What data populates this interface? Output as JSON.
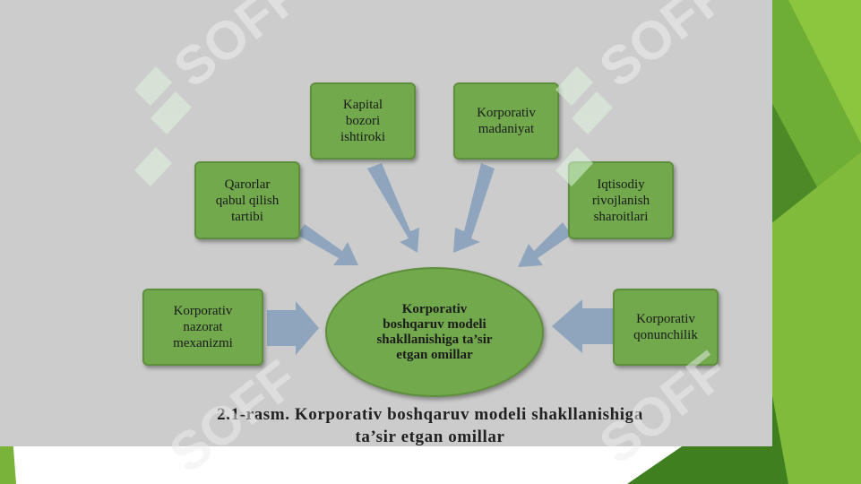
{
  "diagram": {
    "center": "Korporativ\nboshqaruv modeli\nshakllanishiga ta’sir\netgan omillar",
    "factors": [
      "Kapital\nbozori\nishtiroki",
      "Korporativ\nmadaniyat",
      "Qarorlar\nqabul qilish\ntartibi",
      "Iqtisodiy\nrivojlanish\nsharoitlari",
      "Korporativ\nnazorat\nmexanizmi",
      "Korporativ\nqonunchilik"
    ],
    "caption_line1": "2.1-rasm. Korporativ boshqaruv modeli shakllanishiga",
    "caption_line2": "ta’sir etgan omillar"
  },
  "watermark": {
    "text": "SOFF"
  },
  "colors": {
    "box_fill": "#72a94d",
    "arrow_fill": "#8ea5bd",
    "panel": "#cccccc",
    "theme_green_dark": "#3f7f1f",
    "theme_green_light": "#8cc63f"
  }
}
